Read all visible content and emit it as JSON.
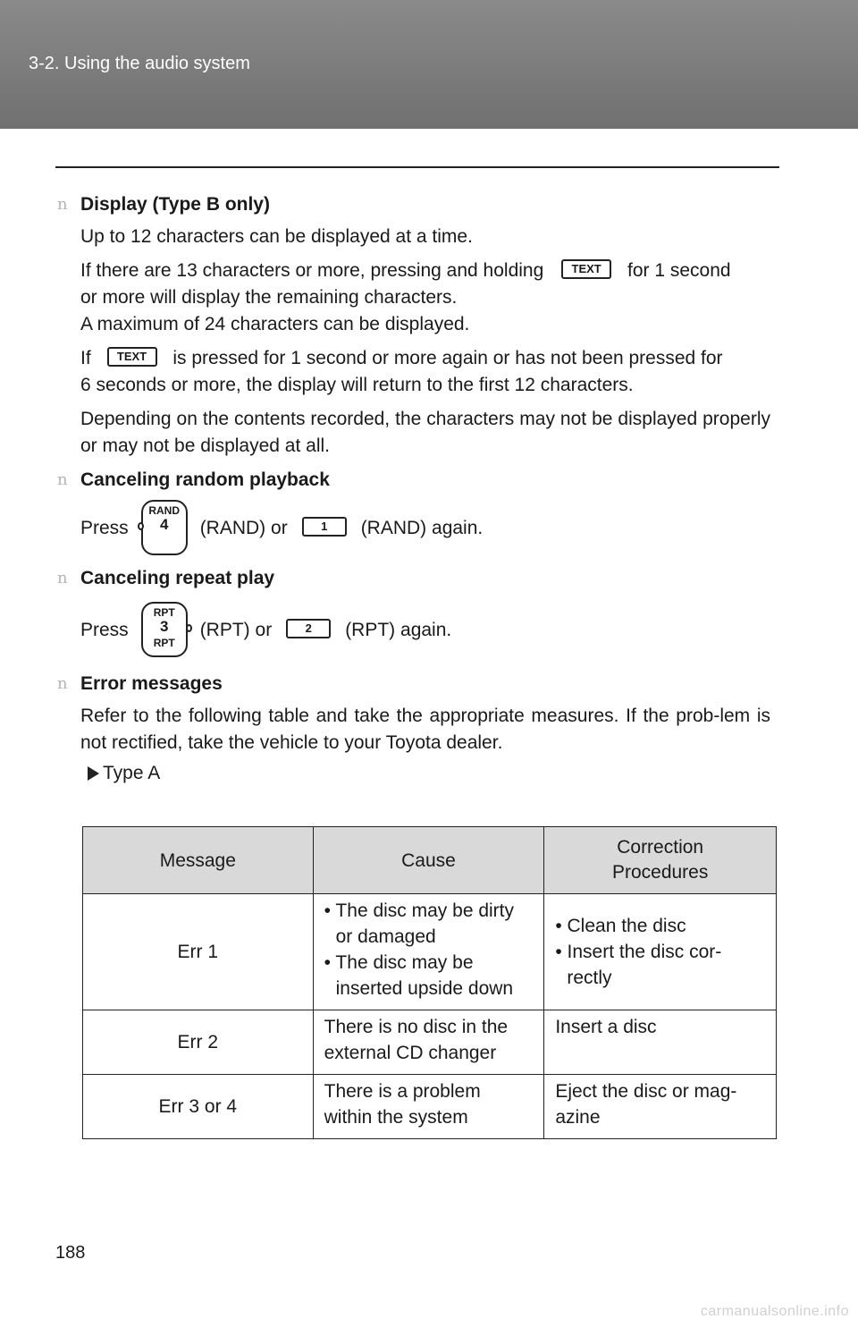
{
  "header": {
    "title": "3-2. Using the audio system"
  },
  "sections": {
    "display": {
      "heading": "Display (Type B only)",
      "p1": "Up to 12 characters can be displayed at a time.",
      "p2_pre": "If there are 13 characters or more, pressing and holding",
      "p2_post": "for 1 second",
      "p2_line2": "or more will display the remaining characters.",
      "p2_line3": "A maximum of 24 characters can be displayed.",
      "p3_pre": "If",
      "p3_post": "is pressed for 1 second or more again or has not been pressed for",
      "p3_line2": "6 seconds or more, the display will return to the first 12 characters.",
      "p4": "Depending on the contents recorded, the characters may not be displayed properly or may not be displayed at all."
    },
    "random": {
      "heading": "Canceling random playback",
      "press": "Press",
      "mid": "(RAND) or",
      "end": "(RAND) again."
    },
    "repeat": {
      "heading": "Canceling repeat play",
      "press": "Press",
      "mid": "(RPT) or",
      "end": "(RPT) again."
    },
    "errors": {
      "heading": "Error messages",
      "p1": "Refer to the following table and take the appropriate measures. If the prob-lem is not rectified, take the vehicle to your Toyota dealer.",
      "type_label": "Type A"
    }
  },
  "buttons": {
    "text_btn": "TEXT",
    "btn1": "1",
    "btn2": "2",
    "knob4_top": "RAND",
    "knob4_num": "4",
    "knob3_top": "RPT",
    "knob3_num": "3",
    "knob3_bot": "RPT"
  },
  "table": {
    "headers": [
      "Message",
      "Cause",
      "Correction\nProcedures"
    ],
    "rows": [
      {
        "message": "Err 1",
        "cause": [
          "• The disc may be dirty",
          "or damaged",
          "• The disc may be",
          "inserted upside down"
        ],
        "correction": [
          "• Clean the disc",
          "• Insert the disc cor-",
          "rectly"
        ]
      },
      {
        "message": "Err 2",
        "cause": [
          "There is no disc in the",
          "external CD changer"
        ],
        "correction": [
          "Insert a disc"
        ]
      },
      {
        "message": "Err 3 or 4",
        "cause": [
          "There is a problem",
          "within the system"
        ],
        "correction": [
          "Eject the disc or mag-",
          "azine"
        ]
      }
    ]
  },
  "bullet_glyph": "n",
  "page_number": "188",
  "watermark": "carmanualsonline.info"
}
